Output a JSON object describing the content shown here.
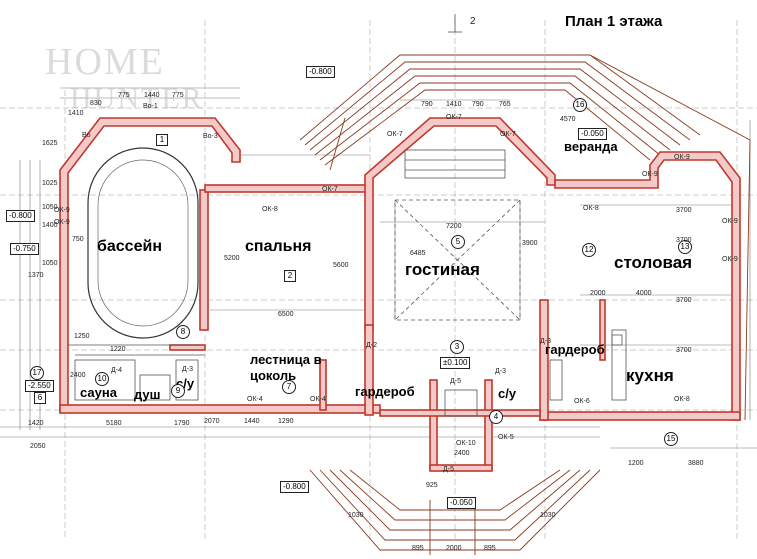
{
  "title": "План 1 этажа",
  "axis_marker": "2",
  "watermark": [
    "HOME",
    "HUNTER"
  ],
  "rooms": {
    "pool": "бассейн",
    "bedroom": "спальня",
    "living": "гостиная",
    "dining": "столовая",
    "veranda": "веранда",
    "stairs": "лестница в цоколь",
    "wardrobe_center": "гардероб",
    "wardrobe_right": "гардероб",
    "kitchen": "кухня",
    "sauna": "сауна",
    "shower": "душ",
    "wc_left": "с/у",
    "wc_center": "с/у"
  },
  "levels": {
    "top": "-0.800",
    "left1": "-0.800",
    "left2": "-0.750",
    "left3": "-2.550",
    "veranda": "-0.050",
    "hall": "±0.100",
    "bottom": "-0.800",
    "entry": "-0.050"
  },
  "openings": [
    "Во-1",
    "Во-3",
    "Во",
    "ОК-9",
    "ОК-9",
    "ОК-8",
    "ОК-7",
    "ОК-7",
    "ОК-7",
    "ОК-7",
    "ОК-9",
    "ОК-9",
    "ОК-8",
    "ОК-9",
    "ОК-9",
    "ОК-4",
    "ОК-4",
    "ОК-6",
    "ОК-8",
    "ОК-10",
    "ОК-5",
    "Д-2",
    "Д-3",
    "Д-5",
    "Д-3",
    "Д-4",
    "Д-5",
    "Д-3"
  ],
  "room_numbers": [
    "1",
    "2",
    "3",
    "4",
    "5",
    "6",
    "7",
    "8",
    "9",
    "10",
    "12",
    "13",
    "15",
    "16",
    "17"
  ],
  "dimensions": {
    "top": [
      "775",
      "1440",
      "775",
      "1410",
      "830",
      "1625",
      "790",
      "1410",
      "790",
      "765",
      "4570"
    ],
    "pool_left": [
      "1025",
      "1050",
      "1400",
      "1050",
      "750",
      "1370",
      "1250",
      "1220",
      "2400"
    ],
    "interior": [
      "7200",
      "6485",
      "3900",
      "5200",
      "5600",
      "6500",
      "3700",
      "3700",
      "3700",
      "3700",
      "4000",
      "2000",
      "2400",
      "1440",
      "1290",
      "2070",
      "5180",
      "1790",
      "1420",
      "2050",
      "3880",
      "1200",
      "1030",
      "895",
      "925",
      "2000",
      "895",
      "1030"
    ]
  },
  "colors": {
    "wall": "#c0392b",
    "wall_fill": "#f4c9c9",
    "stair": "#8a3b1c",
    "line": "#555555"
  }
}
